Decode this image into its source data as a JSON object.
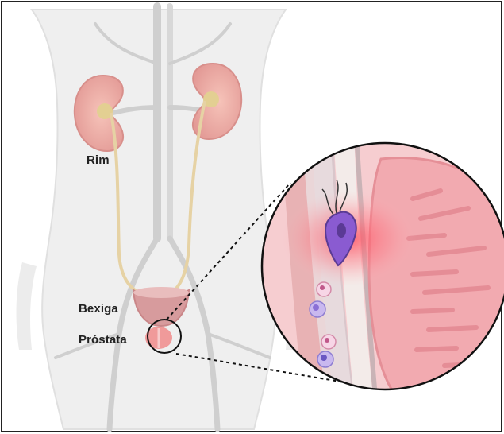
{
  "labels": {
    "kidney": "Rim",
    "bladder": "Bexiga",
    "prostate": "Próstata"
  },
  "colors": {
    "body": "#eeeeee",
    "vessels": "#c9c9c9",
    "kidney": "#e8a3a0",
    "ureter": "#e6d2a4",
    "bladder": "#d79b9d",
    "prostate": "#f09a9a",
    "tissue": "#f2b3b6",
    "inflammation": "#ff5a6a",
    "parasite": "#8a5bd1"
  },
  "icons": {
    "pathogen": "flagellated-protozoan-icon",
    "cells": "leukocyte-icon"
  }
}
